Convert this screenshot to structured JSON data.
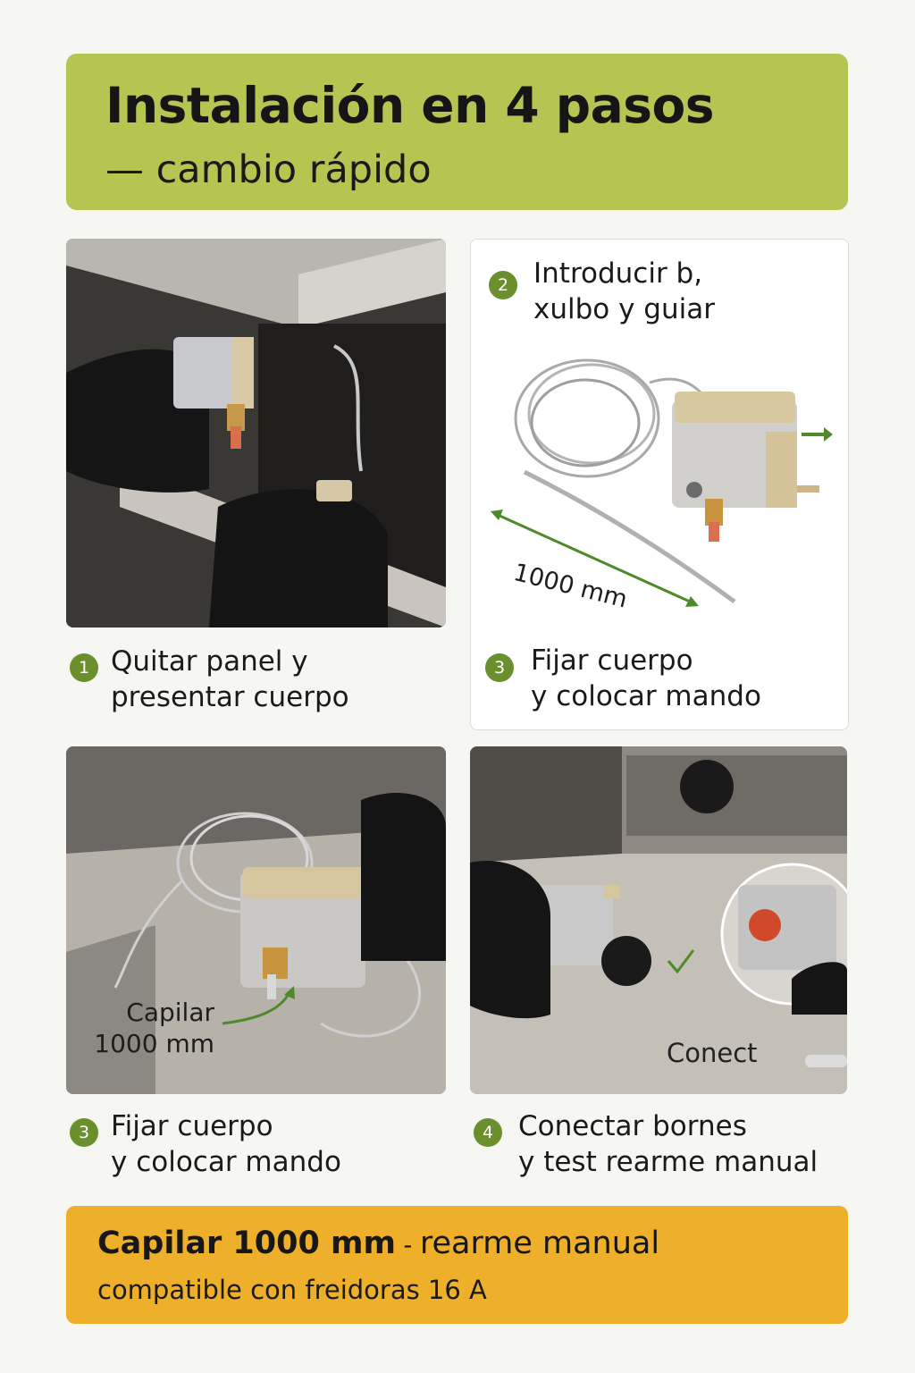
{
  "header": {
    "title": "Instalación en 4 pasos",
    "subtitle": "— cambio rápido"
  },
  "steps": [
    {
      "number": "1",
      "line1": "Quitar panel y",
      "line2": "presentar cuerpo"
    },
    {
      "number": "2",
      "line1": "Introducir b,",
      "line2": "xulbo y guiar"
    },
    {
      "number": "3",
      "line1": "Fijar cuerpo",
      "line2": "y colocar mando"
    },
    {
      "number": "3",
      "line1": "Fijar cuerpo",
      "line2": "y colocar mando"
    },
    {
      "number": "4",
      "line1": "Conectar bornes",
      "line2": "y test rearme manual"
    }
  ],
  "labels": {
    "length": "1000 mm",
    "capilar_line1": "Capilar",
    "capilar_line2": "1000 mm",
    "connect": "Conect"
  },
  "footer": {
    "line1_bold": "Capilar 1000 mm",
    "line1_sep": " - ",
    "line1_rest": "rearme manual",
    "line2": "compatible con freidoras 16 A"
  },
  "colors": {
    "header_bg": "#b6c452",
    "footer_bg": "#eeb02a",
    "step_badge": "#6a8f2c",
    "arrow": "#4f8a2a"
  }
}
